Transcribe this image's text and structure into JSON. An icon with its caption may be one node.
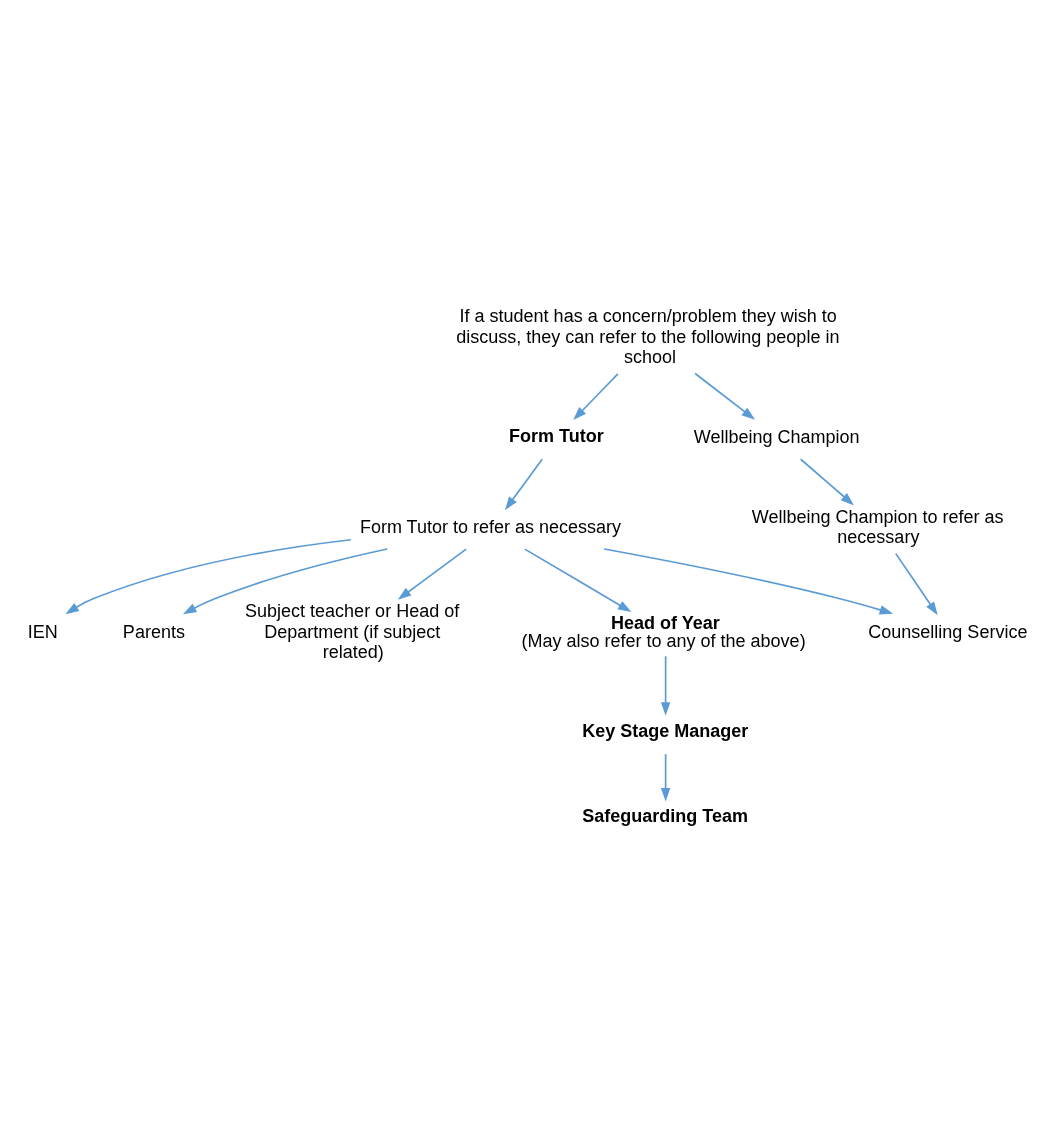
{
  "diagram": {
    "nodes": [
      {
        "text": [
          "If a student has a concern/problem they wish to discuss, they can refer to the following people in school"
        ]
      },
      {
        "text": [
          "Form Tutor"
        ]
      },
      {
        "text": [
          "Wellbeing Champion"
        ]
      },
      {
        "text": [
          "Form Tutor to refer as necessary"
        ]
      },
      {
        "text": [
          "Wellbeing Champion to refer as necessary"
        ]
      },
      {
        "text": [
          "IEN"
        ]
      },
      {
        "text": [
          "Parents"
        ]
      },
      {
        "text": [
          "Subject teacher or Head of Department (if subject related)"
        ]
      },
      {
        "text": [
          "Counselling Service"
        ]
      },
      {
        "text": [
          "Head of Year",
          "(May also refer to any of the above)"
        ]
      },
      {
        "text": [
          "Key Stage Manager"
        ]
      },
      {
        "text": [
          "Safeguarding Team"
        ]
      }
    ],
    "edges": [
      {
        "from": 0,
        "to": 1,
        "arrow": "to"
      },
      {
        "from": 0,
        "to": 2,
        "arrow": "to"
      },
      {
        "from": 1,
        "to": 3,
        "arrow": "to"
      },
      {
        "from": 2,
        "to": 4,
        "arrow": "to"
      },
      {
        "from": 3,
        "to": 5,
        "arrow": "to"
      },
      {
        "from": 3,
        "to": 7,
        "arrow": "to"
      },
      {
        "from": 3,
        "to": 9,
        "arrow": "to"
      },
      {
        "from": 3,
        "to": 8,
        "arrow": "to"
      },
      {
        "from": 3,
        "to": 6,
        "arrow": "to"
      },
      {
        "from": 4,
        "to": 8,
        "arrow": "to"
      },
      {
        "from": 9,
        "to": 10,
        "arrow": "to"
      },
      {
        "from": 10,
        "to": 11,
        "arrow": "to"
      }
    ]
  }
}
